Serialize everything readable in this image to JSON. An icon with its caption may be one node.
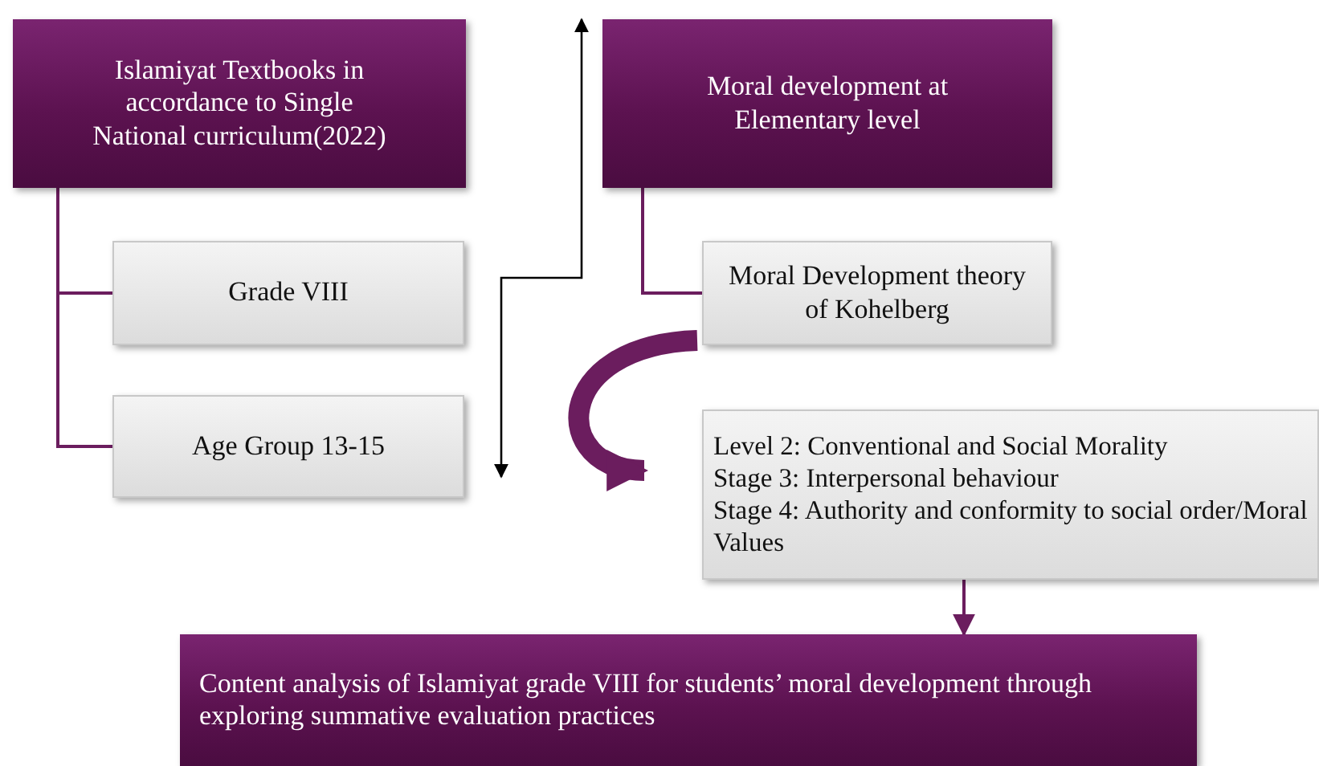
{
  "diagram": {
    "nodes": [
      {
        "text": [
          "Islamiyat Textbooks in accordance to Single National curriculum(2022)"
        ]
      },
      {
        "text": [
          "Grade VIII"
        ]
      },
      {
        "text": [
          "Age Group 13-15"
        ]
      },
      {
        "text": [
          "Moral development at Elementary level"
        ]
      },
      {
        "text": [
          "Moral Development theory of Kohelberg"
        ]
      },
      {
        "text": [
          "Level 2: Conventional and Social Morality",
          "Stage 3: Interpersonal behaviour",
          "Stage 4: Authority and conformity to social order/Moral Values"
        ]
      },
      {
        "text": [
          "Content analysis of Islamiyat grade VIII for students’ moral development through exploring summative evaluation practices"
        ]
      }
    ],
    "edges": [
      {
        "from": 0,
        "to": 1,
        "arrow": "none"
      },
      {
        "from": 0,
        "to": 2,
        "arrow": "none"
      },
      {
        "from": 2,
        "to": 3,
        "arrow": "both",
        "color": "#000000"
      },
      {
        "from": 3,
        "to": 4,
        "arrow": "none"
      },
      {
        "from": 4,
        "to": 5,
        "arrow": "to",
        "style": "thick"
      },
      {
        "from": 5,
        "to": 6,
        "arrow": "to"
      }
    ]
  }
}
